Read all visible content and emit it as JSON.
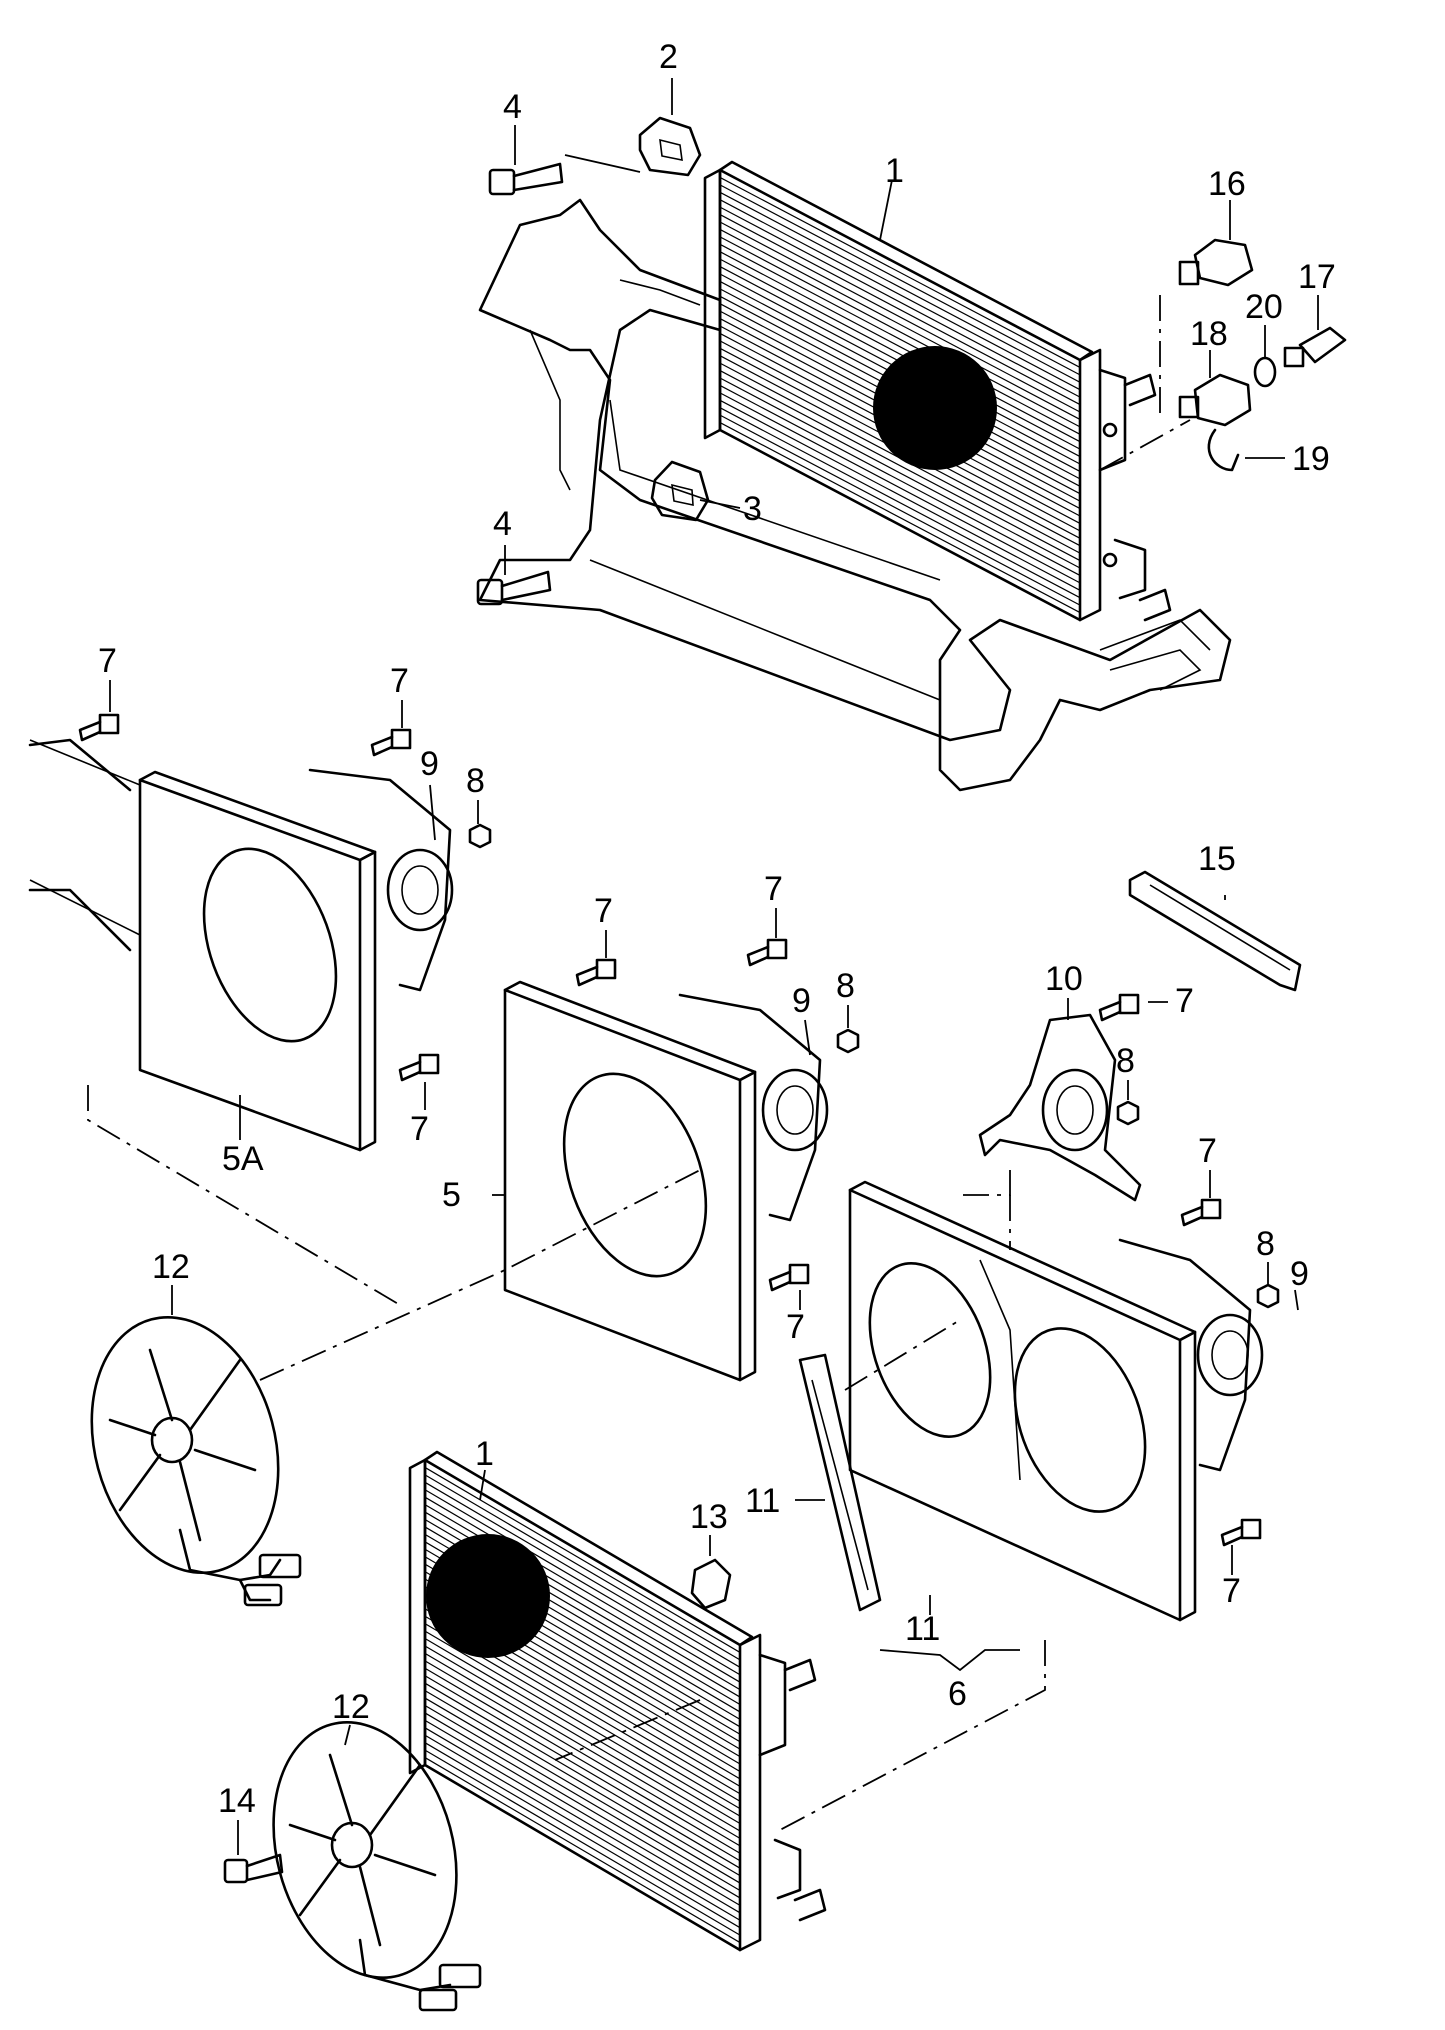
{
  "diagram": {
    "callouts": [
      {
        "id": "c-2",
        "text": "2"
      },
      {
        "id": "c-4a",
        "text": "4"
      },
      {
        "id": "c-1a",
        "text": "1"
      },
      {
        "id": "c-16",
        "text": "16"
      },
      {
        "id": "c-17",
        "text": "17"
      },
      {
        "id": "c-20",
        "text": "20"
      },
      {
        "id": "c-18",
        "text": "18"
      },
      {
        "id": "c-19",
        "text": "19"
      },
      {
        "id": "c-3",
        "text": "3"
      },
      {
        "id": "c-4b",
        "text": "4"
      },
      {
        "id": "c-7a",
        "text": "7"
      },
      {
        "id": "c-7b",
        "text": "7"
      },
      {
        "id": "c-9a",
        "text": "9"
      },
      {
        "id": "c-8a",
        "text": "8"
      },
      {
        "id": "c-15",
        "text": "15"
      },
      {
        "id": "c-7c",
        "text": "7"
      },
      {
        "id": "c-7d",
        "text": "7"
      },
      {
        "id": "c-9b",
        "text": "9"
      },
      {
        "id": "c-8b",
        "text": "8"
      },
      {
        "id": "c-10",
        "text": "10"
      },
      {
        "id": "c-7e",
        "text": "7"
      },
      {
        "id": "c-8c",
        "text": "8"
      },
      {
        "id": "c-7f",
        "text": "7"
      },
      {
        "id": "c-5A",
        "text": "5A"
      },
      {
        "id": "c-7g",
        "text": "7"
      },
      {
        "id": "c-5",
        "text": "5"
      },
      {
        "id": "c-8d",
        "text": "8"
      },
      {
        "id": "c-9c",
        "text": "9"
      },
      {
        "id": "c-12a",
        "text": "12"
      },
      {
        "id": "c-7h",
        "text": "7"
      },
      {
        "id": "c-1b",
        "text": "1"
      },
      {
        "id": "c-13",
        "text": "13"
      },
      {
        "id": "c-11a",
        "text": "11"
      },
      {
        "id": "c-7i",
        "text": "7"
      },
      {
        "id": "c-11b",
        "text": "11"
      },
      {
        "id": "c-6",
        "text": "6"
      },
      {
        "id": "c-12b",
        "text": "12"
      },
      {
        "id": "c-14",
        "text": "14"
      }
    ]
  }
}
